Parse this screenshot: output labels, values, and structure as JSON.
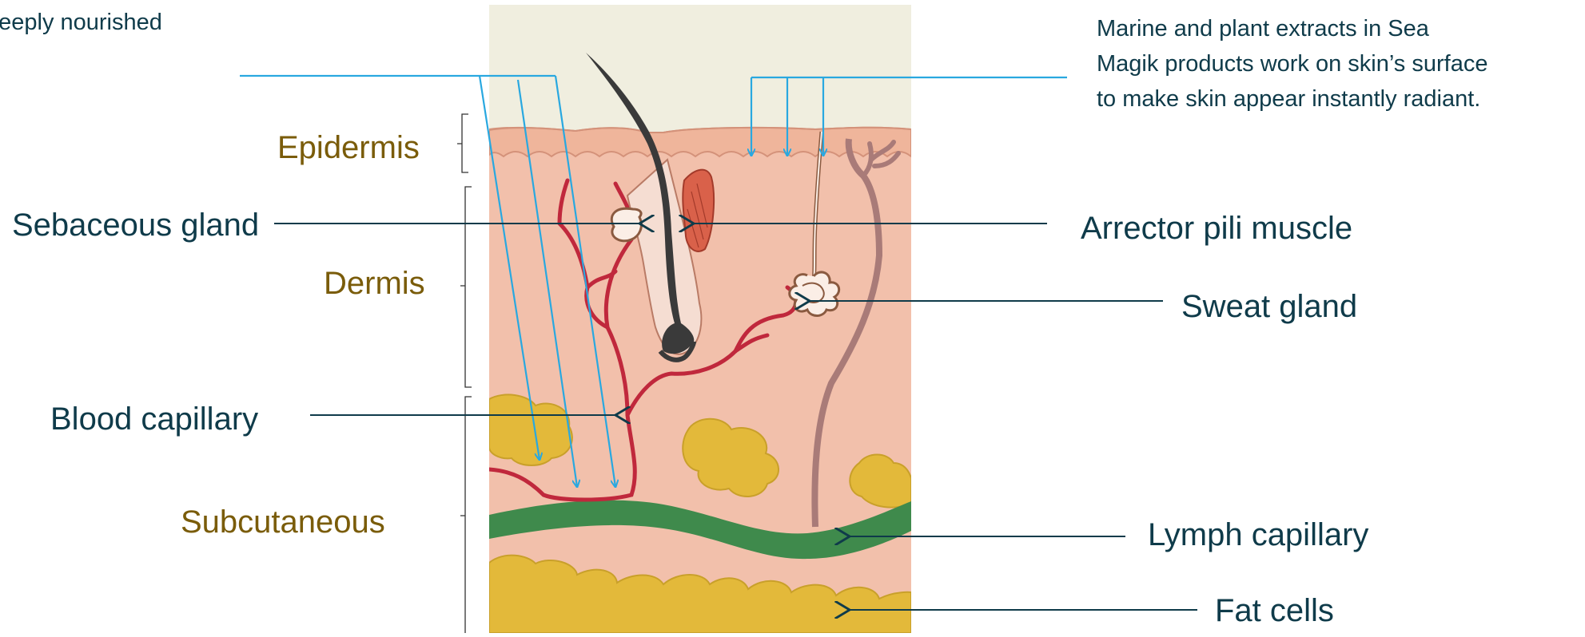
{
  "top_left_text": "deeply nourished",
  "top_right_note": {
    "lines": [
      "Marine and plant extracts in Sea",
      "Magik products work on skin’s surface",
      "to make skin appear instantly radiant."
    ]
  },
  "layers": {
    "epidermis": "Epidermis",
    "dermis": "Dermis",
    "subcutaneous": "Subcutaneous"
  },
  "labels": {
    "sebaceous_gland": "Sebaceous gland",
    "blood_capillary": "Blood capillary",
    "arrector_pili_muscle": "Arrector pili muscle",
    "sweat_gland": "Sweat gland",
    "lymph_capillary": "Lymph capillary",
    "fat_cells": "Fat cells"
  },
  "colors": {
    "pointer_line": "#0f3b4a",
    "penetration_arrow": "#29a8e0",
    "layer_text": "#7a5c0a",
    "label_text": "#0f3b4a",
    "sky": "#f0eedf",
    "skin": "#f2c0ab",
    "epidermis": "#efb59b",
    "blood": "#c0283c",
    "lymph": "#3f8a4c",
    "fat": "#e3b93a",
    "muscle": "#d9614a",
    "hair": "#3a3a3a",
    "sweat_duct": "#a97b78"
  }
}
